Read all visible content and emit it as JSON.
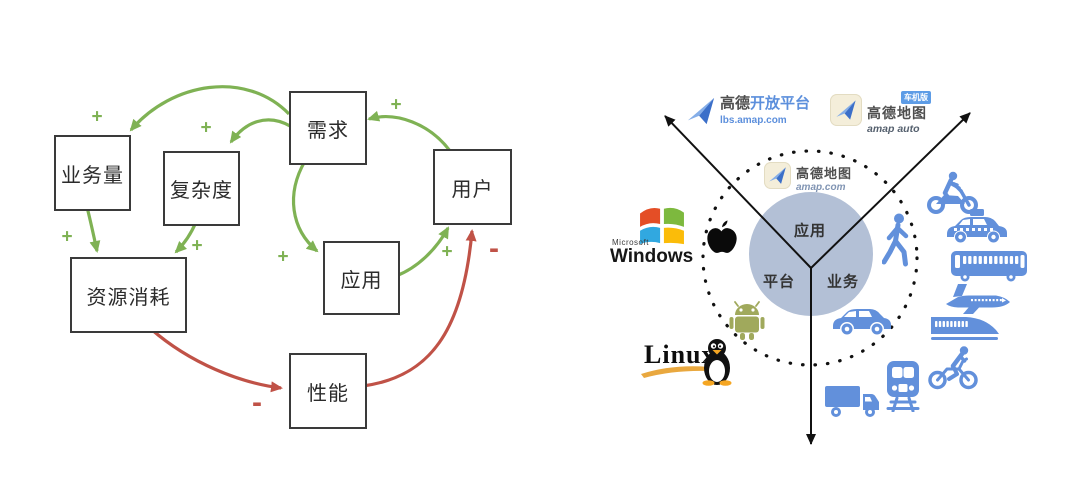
{
  "left_diagram": {
    "description": "causal loop diagram",
    "nodes": {
      "demand": "需求",
      "business_volume": "业务量",
      "complexity": "复杂度",
      "users": "用户",
      "application": "应用",
      "resource_consumption": "资源消耗",
      "performance": "性能"
    },
    "plus": "+",
    "minus": "-",
    "colors": {
      "positive_link": "#7FB254",
      "negative_link": "#C05247",
      "box_border": "#3A3A3A"
    }
  },
  "right_diagram": {
    "description": "amap ecosystem diagram",
    "segments": {
      "application": "应用",
      "platform": "平台",
      "business": "业务"
    },
    "logos": {
      "open_platform": {
        "brand": "高德",
        "name": "开放平台",
        "domain": "lbs.amap.com"
      },
      "auto": {
        "name": "高德地图",
        "badge": "车机版",
        "caption": "amap auto"
      },
      "web": {
        "name": "高德地图",
        "caption": "amap.com"
      }
    },
    "platforms": {
      "microsoft": "Microsoft",
      "windows": "Windows",
      "linux": "Linux"
    },
    "icon_names": [
      "paper-plane-icon",
      "windows-logo-icon",
      "apple-logo-icon",
      "android-logo-icon",
      "tux-penguin-icon",
      "walking-person-icon",
      "motorcycle-icon",
      "taxi-icon",
      "bus-icon",
      "airplane-icon",
      "high-speed-train-icon",
      "bicycle-rider-icon",
      "metro-train-icon",
      "truck-icon",
      "car-icon"
    ],
    "colors": {
      "icon_blue": "#6290DB",
      "inner_circle_fill": "#B3C0D6",
      "line": "#111111"
    }
  }
}
